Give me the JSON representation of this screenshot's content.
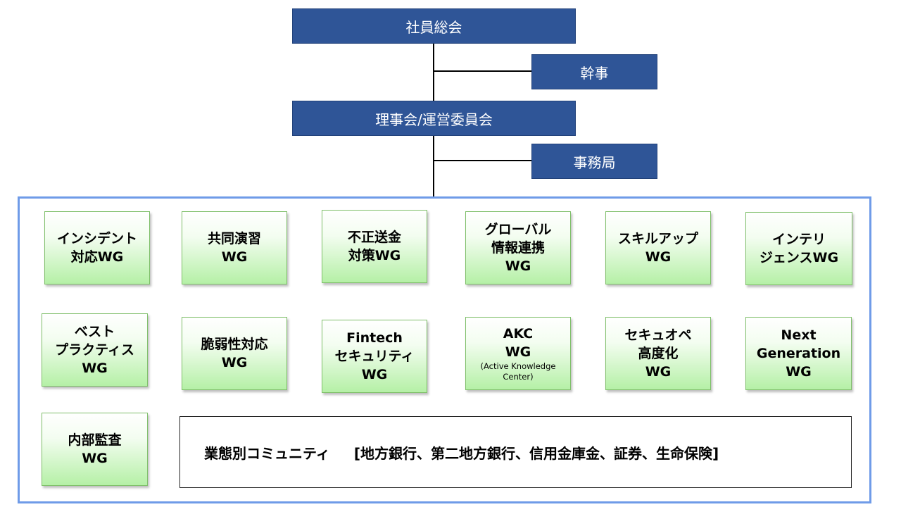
{
  "top_nodes": {
    "general_assembly": "社員総会",
    "secretary": "幹事",
    "board": "理事会/運営委員会",
    "secretariat": "事務局"
  },
  "working_groups": {
    "incident": [
      "インシデント",
      "対応WG"
    ],
    "joint_exercise": [
      "共同演習",
      "WG"
    ],
    "fraud_transfer": [
      "不正送金",
      "対策WG"
    ],
    "global_info": [
      "グローバル",
      "情報連携",
      "WG"
    ],
    "skillup": [
      "スキルアップ",
      "WG"
    ],
    "intelligence": [
      "インテリ",
      "ジェンスWG"
    ],
    "best_practice": [
      "ベスト",
      "プラクティス",
      "WG"
    ],
    "vulnerability": [
      "脆弱性対応",
      "WG"
    ],
    "fintech": [
      "Fintech",
      "セキュリティ",
      "WG"
    ],
    "akc": [
      "AKC",
      "WG"
    ],
    "akc_sub": [
      "(Active Knowledge",
      "Center)"
    ],
    "secops": [
      "セキュオペ",
      "高度化",
      "WG"
    ],
    "next_gen": [
      "Next",
      "Generation",
      "WG"
    ],
    "internal_audit": [
      "内部監査",
      "WG"
    ]
  },
  "community": {
    "label": "業態別コミュニティ",
    "categories": "[地方銀行、第二地方銀行、信用金庫金、証券、生命保険]"
  },
  "colors": {
    "navy_box": "#2f5597",
    "frame_border": "#6f9be8",
    "wg_gradient_bottom": "#b5f0a6"
  }
}
